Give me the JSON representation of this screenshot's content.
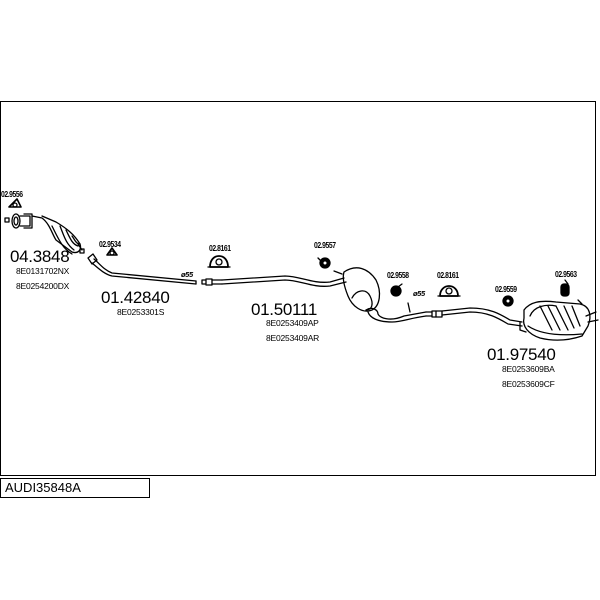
{
  "diagram": {
    "reference": "AUDI35848A",
    "parts": [
      {
        "part_number": "04.3848",
        "oem": [
          "8E0131702NX",
          "8E0254200DX"
        ],
        "name": "catalytic-converter"
      },
      {
        "part_number": "01.42840",
        "oem": [
          "8E0253301S"
        ],
        "name": "front-pipe"
      },
      {
        "part_number": "01.50111",
        "oem": [
          "8E0253409AP",
          "8E0253409AR"
        ],
        "name": "middle-silencer"
      },
      {
        "part_number": "01.97540",
        "oem": [
          "8E0253609BA",
          "8E0253609CF"
        ],
        "name": "rear-silencer"
      }
    ],
    "accessories": [
      {
        "code": "02.9556",
        "name": "gasket"
      },
      {
        "code": "02.9534",
        "name": "gasket"
      },
      {
        "code": "02.8161",
        "name": "clamp"
      },
      {
        "code": "02.9557",
        "name": "rubber-mount"
      },
      {
        "code": "02.9558",
        "name": "rubber-mount"
      },
      {
        "code": "02.8161",
        "name": "clamp"
      },
      {
        "code": "02.9559",
        "name": "rubber-mount"
      },
      {
        "code": "02.9563",
        "name": "rubber-mount"
      }
    ],
    "diameters": [
      "ø55",
      "ø55"
    ],
    "colors": {
      "line": "#000000",
      "background": "#ffffff"
    }
  }
}
